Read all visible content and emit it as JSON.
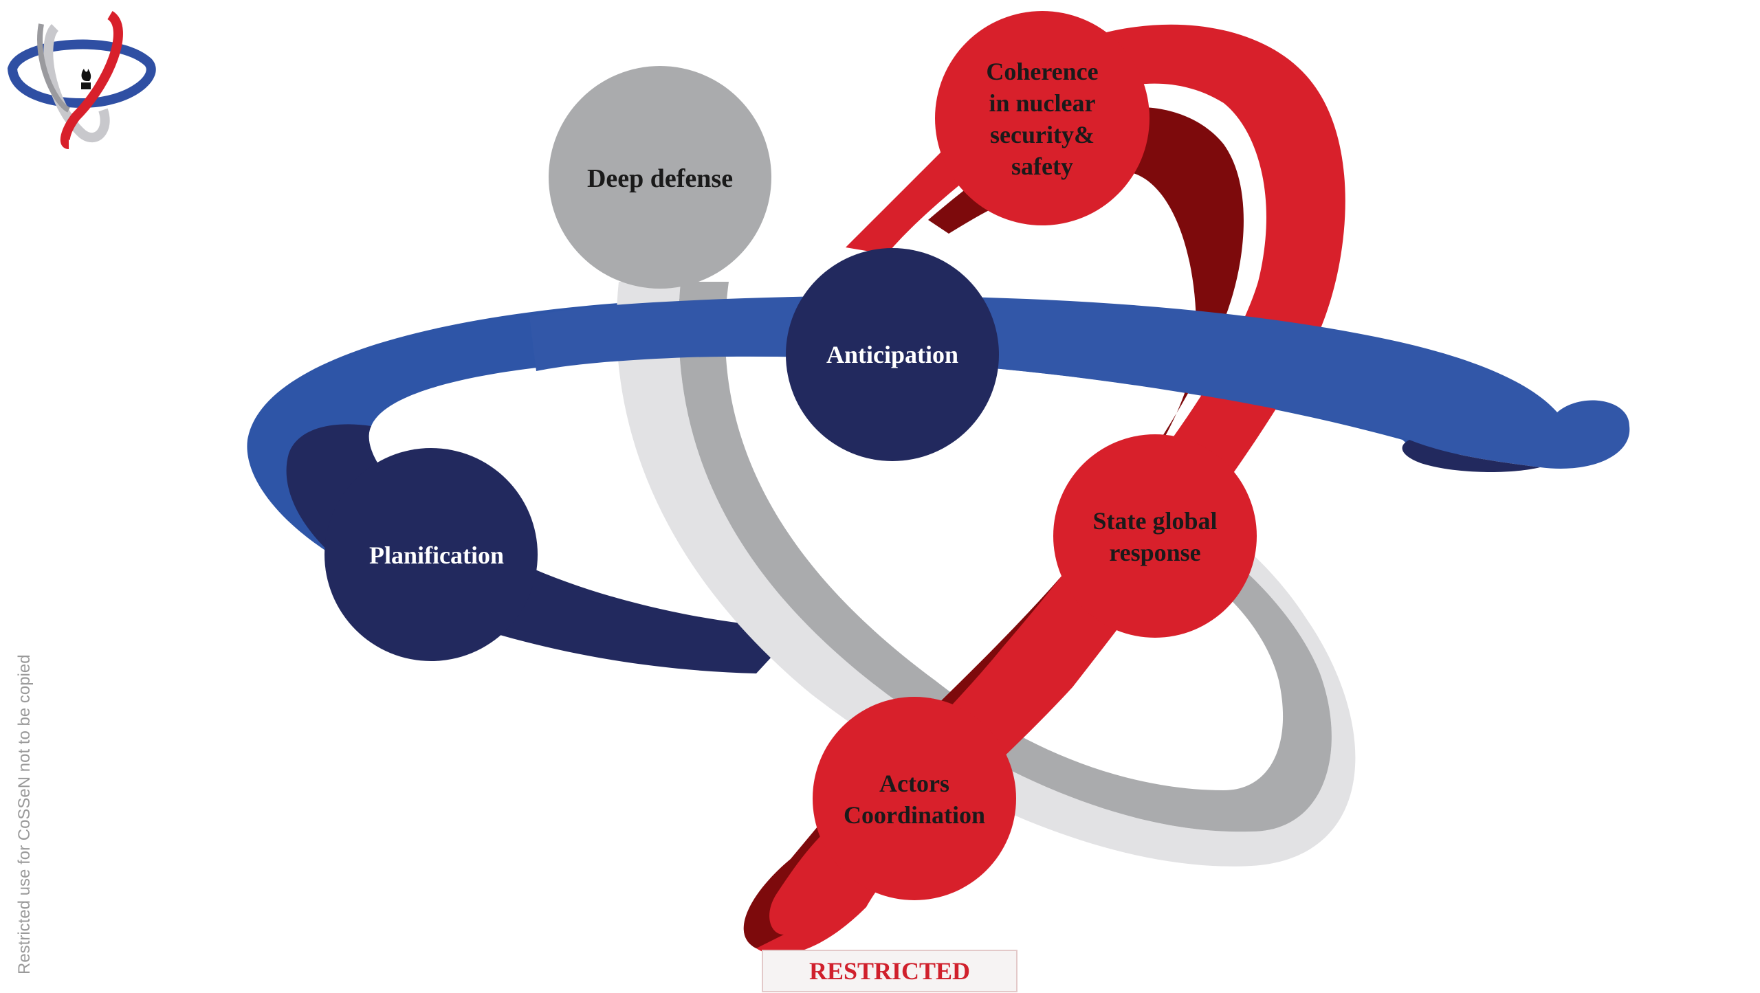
{
  "nodes": {
    "coherence": {
      "line1": "Coherence",
      "line2": "in nuclear",
      "line3": "security&",
      "line4": "safety"
    },
    "deep_defense": "Deep defense",
    "anticipation": "Anticipation",
    "planification": "Planification",
    "state_response": {
      "line1": "State global",
      "line2": "response"
    },
    "actors": {
      "line1": "Actors",
      "line2": "Coordination"
    }
  },
  "footer": {
    "classification": "RESTRICTED"
  },
  "watermark": "Restricted use for CoSSeN not to be copied",
  "colors": {
    "red": "#d8202b",
    "dark_red": "#7d0a0c",
    "navy": "#22295e",
    "blue": "#3257a8",
    "grey": "#aaabad",
    "light_grey": "#e2e2e4"
  }
}
